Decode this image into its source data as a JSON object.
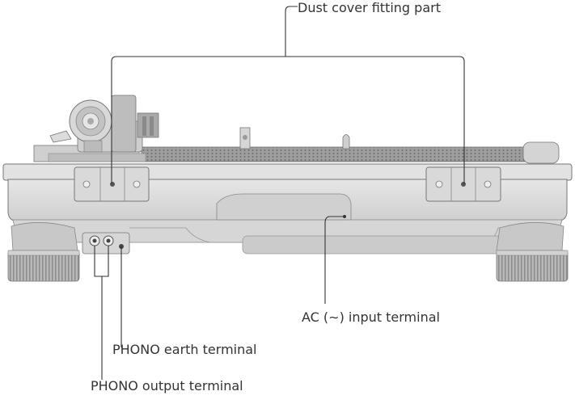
{
  "labels": {
    "dust_cover": "Dust cover fitting part",
    "ac_input": "AC (∼) input terminal",
    "phono_earth": "PHONO earth terminal",
    "phono_output": "PHONO output terminal"
  }
}
